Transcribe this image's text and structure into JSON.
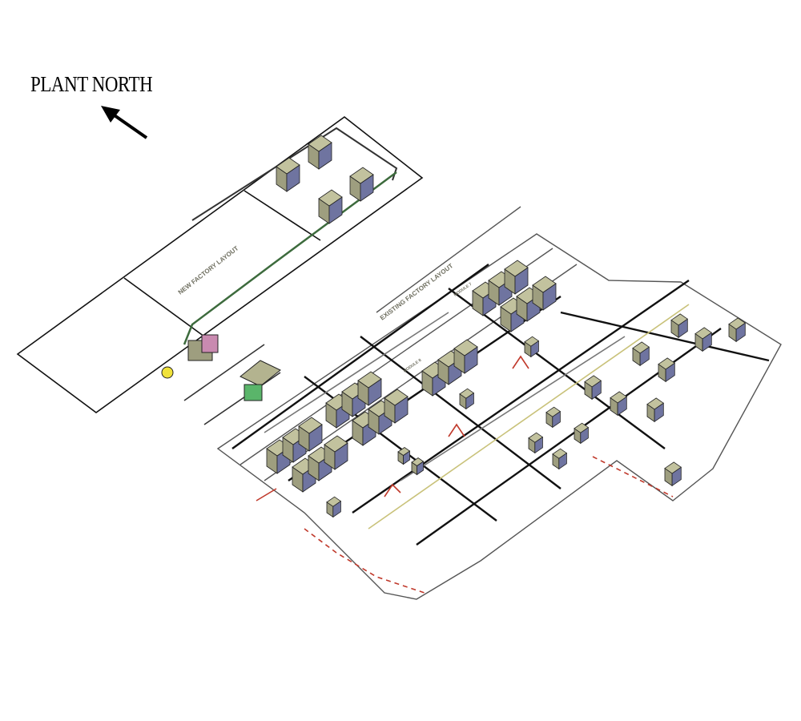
{
  "north_indicator": {
    "label": "PLANT NORTH"
  },
  "areas": {
    "new_factory": {
      "label": "NEW FACTORY LAYOUT"
    },
    "existing_factory": {
      "label": "EXISTING FACTORY LAYOUT"
    }
  },
  "modules": [
    {
      "label": "MODULE 7"
    },
    {
      "label": "MODULE 8"
    }
  ],
  "colors": {
    "equipment_top": "#c2c29e",
    "equipment_front": "#9e9e7f",
    "equipment_side": "#6f74a0",
    "wall": "#222222",
    "pipe_green": "#3d6b3d",
    "pipe_red": "#c0392b",
    "pipe_yellow": "#c9c27a"
  }
}
